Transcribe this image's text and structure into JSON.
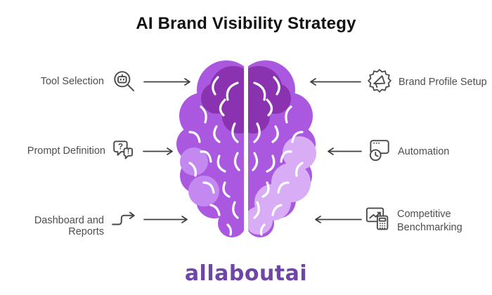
{
  "title": "AI Brand Visibility Strategy",
  "logo": "allaboutai",
  "left_items": [
    {
      "label": "Tool Selection",
      "icon": "search-bot-icon"
    },
    {
      "label": "Prompt Definition",
      "icon": "chat-question-icon"
    },
    {
      "label": "Dashboard and Reports",
      "icon": "squiggle-arrow-icon"
    }
  ],
  "right_items": [
    {
      "label": "Brand Profile Setup",
      "icon": "badge-megaphone-icon"
    },
    {
      "label": "Automation",
      "icon": "window-clock-icon"
    },
    {
      "label": "Competitive Benchmarking",
      "icon": "chart-calculator-icon"
    }
  ],
  "icon_glyphs": {
    "question": "?",
    "exclamation": "!"
  },
  "center_image": "brain-top-view-illustration",
  "colors": {
    "brain_dark": "#8a32b0",
    "brain_medium": "#ab58e0",
    "brain_light_left": "#c489f0",
    "brain_light_right": "#d8adf5",
    "logo_purple": "#6e46a5",
    "arrow_gray": "#3f3f3f",
    "icon_gray": "#4a4a4a",
    "label_gray": "#4e4e4e",
    "title_black": "#111111"
  }
}
